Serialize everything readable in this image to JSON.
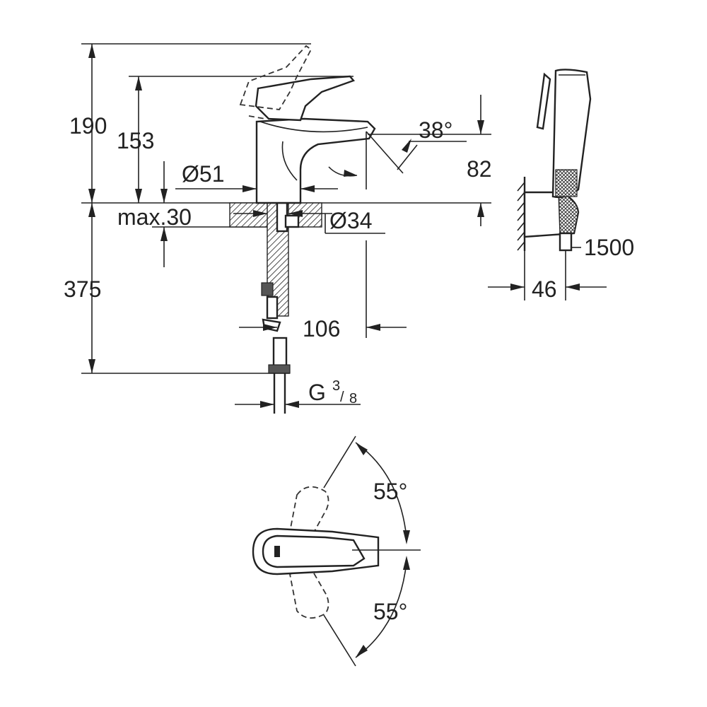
{
  "dimensions": {
    "height_total": "190",
    "height_lever": "153",
    "spout_diameter": "Ø51",
    "deck_thickness": "max.30",
    "hole_diameter": "Ø34",
    "spout_angle": "38°",
    "spout_height": "82",
    "shank_length": "375",
    "projection": "106",
    "connection": "G",
    "connection_num": "3",
    "connection_den": "8",
    "hose_length": "1500",
    "spray_depth": "46",
    "rotation_left": "55°",
    "rotation_right": "55°"
  }
}
